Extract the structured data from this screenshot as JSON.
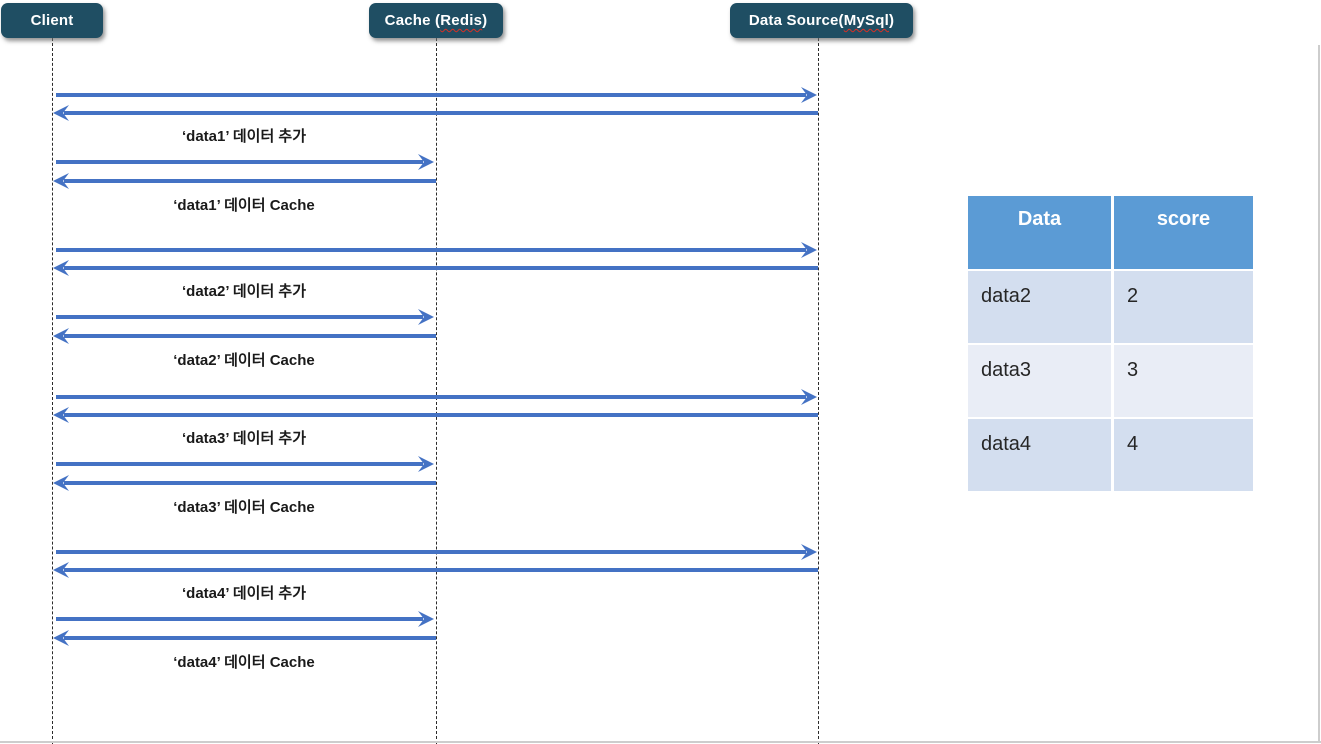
{
  "colors": {
    "actor_box": "#1F4E63",
    "arrow": "#4472C4",
    "table_header": "#5B9BD5",
    "row_band_dark": "#D3DEEF",
    "row_band_light": "#E9EDF6"
  },
  "actors": [
    {
      "id": "client",
      "label": "Client",
      "spellcheck_part": ""
    },
    {
      "id": "cache",
      "label": "Cache (Redis)",
      "spellcheck_part": "Redis"
    },
    {
      "id": "datasource",
      "label": "Data Source(MySql)",
      "spellcheck_part": "MySql"
    }
  ],
  "sequence": {
    "blocks": [
      {
        "add_label": "‘data1’ 데이터 추가",
        "cache_label": "‘data1’ 데이터 Cache"
      },
      {
        "add_label": "‘data2’ 데이터 추가",
        "cache_label": "‘data2’ 데이터 Cache"
      },
      {
        "add_label": "‘data3’ 데이터 추가",
        "cache_label": "‘data3’ 데이터 Cache"
      },
      {
        "add_label": "‘data4’ 데이터 추가",
        "cache_label": "‘data4’ 데이터 Cache"
      }
    ]
  },
  "table": {
    "headers": [
      "Data",
      "score"
    ],
    "rows": [
      [
        "data2",
        "2"
      ],
      [
        "data3",
        "3"
      ],
      [
        "data4",
        "4"
      ]
    ]
  }
}
